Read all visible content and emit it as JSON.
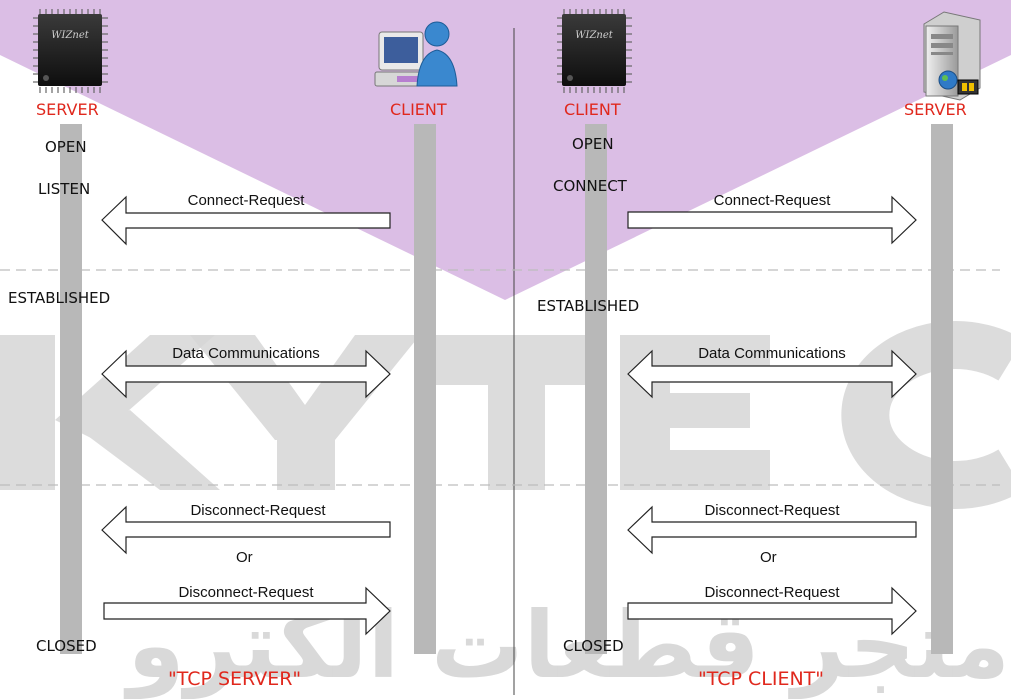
{
  "watermark": {
    "brand": "KYTEC",
    "arabic": "متجر قطعات الكترو"
  },
  "left_panel": {
    "caption": "\"TCP SERVER\"",
    "actor_left": {
      "label": "SERVER",
      "icon": "wiznet-chip-icon",
      "chip_text": "WIZnet"
    },
    "actor_right": {
      "label": "CLIENT",
      "icon": "client-computer-user-icon"
    },
    "states": [
      "OPEN",
      "LISTEN",
      "ESTABLISHED",
      "CLOSED"
    ],
    "messages": {
      "connect": "Connect-Request",
      "data": "Data Communications",
      "disconnect_1": "Disconnect-Request",
      "or": "Or",
      "disconnect_2": "Disconnect-Request"
    }
  },
  "right_panel": {
    "caption": "\"TCP CLIENT\"",
    "actor_left": {
      "label": "CLIENT",
      "icon": "wiznet-chip-icon",
      "chip_text": "WIZnet"
    },
    "actor_right": {
      "label": "SERVER",
      "icon": "server-tower-icon"
    },
    "states": [
      "OPEN",
      "CONNECT",
      "ESTABLISHED",
      "CLOSED"
    ],
    "messages": {
      "connect": "Connect-Request",
      "data": "Data Communications",
      "disconnect_1": "Disconnect-Request",
      "or": "Or",
      "disconnect_2": "Disconnect-Request"
    }
  },
  "colors": {
    "lifeline": "#b8b8b8",
    "label_red": "#e0281d",
    "watermark_purple": "#cfa8dc",
    "watermark_gray": "#d9d9d9",
    "divider": "#444444",
    "separator": "#bdbdbd"
  }
}
